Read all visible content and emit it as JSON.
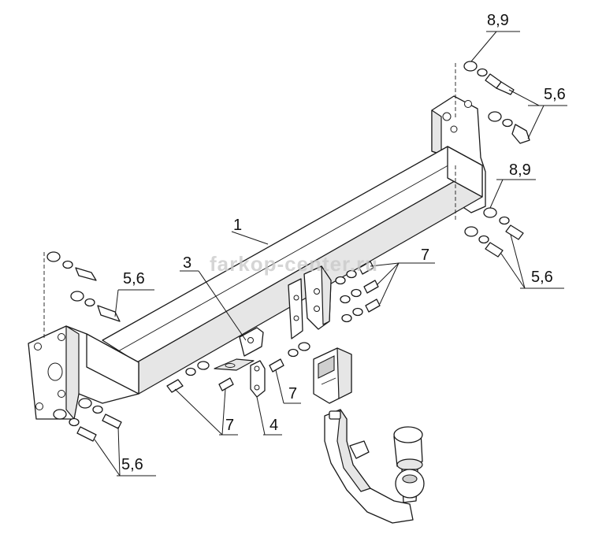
{
  "watermark": "farkop-center.ru",
  "callouts": {
    "hw_top_right_upper": "8,9",
    "bolts_top_right": "5,6",
    "hw_right_lower": "8,9",
    "bolts_right_lower": "5,6",
    "bolts_left_upper": "5,6",
    "bolts_left_lower": "5,6",
    "beam": "1",
    "plate_bracket": "3",
    "socket_plate": "4",
    "bolts_center_group": "7",
    "bolts_center_right": "7",
    "bolts_right_group": "7"
  },
  "colors": {
    "line": "#1a1a1a",
    "fill": "#ffffff",
    "shade": "#e6e6e6",
    "watermark": "#c8c8c8"
  }
}
